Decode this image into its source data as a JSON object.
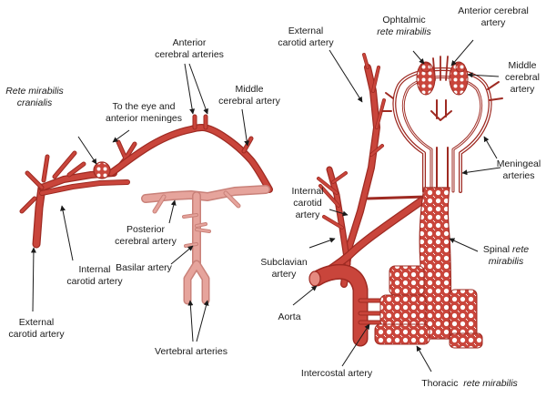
{
  "colors": {
    "artery_fill": "#c9453b",
    "artery_stroke": "#9e2a22",
    "artery_highlight": "#e58a80",
    "pale_fill": "#e6a49c",
    "text": "#1a1a1a",
    "background": "#ffffff"
  },
  "left_diagram": {
    "rete_cranialis": {
      "line1": "Rete mirabilis",
      "line2": "cranialis"
    },
    "eye_meninges": {
      "line1": "To the eye and",
      "line2": "anterior meninges"
    },
    "anterior_cerebral": {
      "line1": "Anterior",
      "line2": "cerebral arteries"
    },
    "middle_cerebral": {
      "line1": "Middle",
      "line2": "cerebral artery"
    },
    "posterior_cerebral": {
      "line1": "Posterior",
      "line2": "cerebral artery"
    },
    "basilar": "Basilar artery",
    "internal_carotid": {
      "line1": "Internal",
      "line2": "carotid artery"
    },
    "external_carotid": {
      "line1": "External",
      "line2": "carotid artery"
    },
    "vertebral": "Vertebral arteries"
  },
  "right_diagram": {
    "external_carotid": {
      "line1": "External",
      "line2": "carotid artery"
    },
    "ophthalmic": {
      "line1": "Ophtalmic",
      "line2": "rete mirabilis"
    },
    "anterior_cerebral": {
      "line1": "Anterior cerebral",
      "line2": "artery"
    },
    "middle_cerebral": {
      "line1": "Middle",
      "line2": "cerebral",
      "line3": "artery"
    },
    "meningeal": {
      "line1": "Meningeal",
      "line2": "arteries"
    },
    "internal_carotid": {
      "line1": "Internal",
      "line2": "carotid",
      "line3": "artery"
    },
    "spinal_rete": {
      "line1": "Spinal",
      "line1_italic": "rete",
      "line2": "mirabilis"
    },
    "subclavian": {
      "line1": "Subclavian",
      "line2": "artery"
    },
    "aorta": "Aorta",
    "intercostal": "Intercostal artery",
    "thoracic_rete": {
      "prefix": "Thoracic",
      "italic": "rete mirabilis"
    }
  }
}
